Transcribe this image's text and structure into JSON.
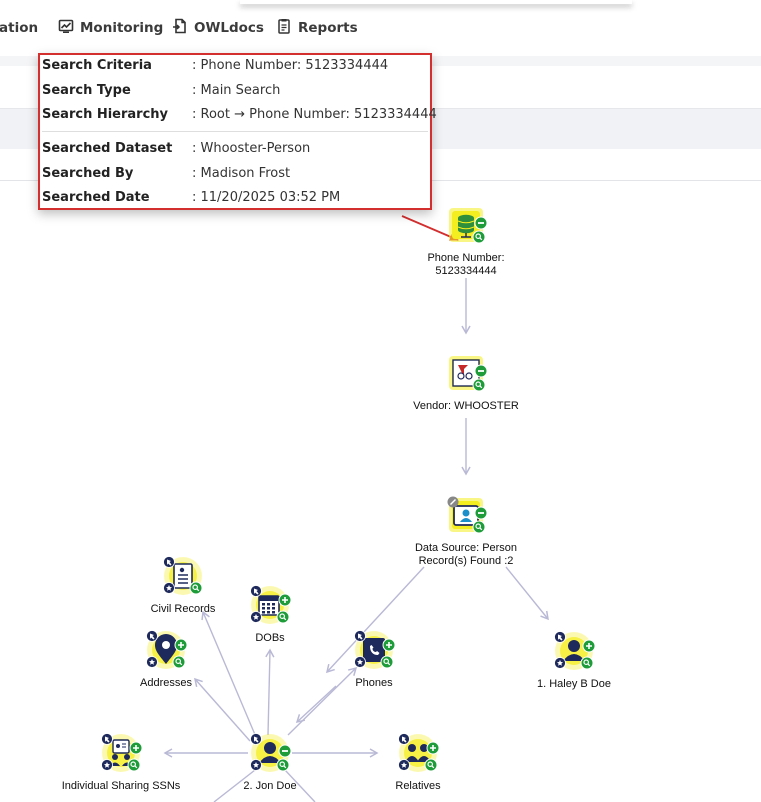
{
  "nav": {
    "items": [
      {
        "label": "ation",
        "icon": "none"
      },
      {
        "label": "Monitoring",
        "icon": "monitoring-icon"
      },
      {
        "label": "OWLdocs",
        "icon": "document-icon"
      },
      {
        "label": "Reports",
        "icon": "reports-icon"
      }
    ]
  },
  "tooltip": {
    "rows": [
      {
        "key": "Search Criteria",
        "value": ": Phone Number: 5123334444"
      },
      {
        "key": "Search Type",
        "value": ": Main Search"
      },
      {
        "key": "Search Hierarchy",
        "value": ": Root → Phone Number: 5123334444"
      },
      {
        "key": "Searched Dataset",
        "value": ": Whooster-Person"
      },
      {
        "key": "Searched By",
        "value": ": Madison Frost"
      },
      {
        "key": "Searched Date",
        "value": ": 11/20/2025 03:52 PM"
      }
    ]
  },
  "graph": {
    "nodes": [
      {
        "id": "root",
        "label_lines": [
          "Phone Number:",
          "5123334444"
        ],
        "icon": "database-icon"
      },
      {
        "id": "vendor",
        "label_lines": [
          "Vendor: WHOOSTER"
        ],
        "icon": "vendor-logo-icon"
      },
      {
        "id": "datasource",
        "label_lines": [
          "Data Source: Person",
          "Record(s) Found :2"
        ],
        "icon": "person-card-icon"
      },
      {
        "id": "civil",
        "label_lines": [
          "Civil Records"
        ],
        "icon": "document-list-icon"
      },
      {
        "id": "dobs",
        "label_lines": [
          "DOBs"
        ],
        "icon": "calendar-icon"
      },
      {
        "id": "addresses",
        "label_lines": [
          "Addresses"
        ],
        "icon": "location-pin-icon"
      },
      {
        "id": "phones",
        "label_lines": [
          "Phones"
        ],
        "icon": "phone-icon"
      },
      {
        "id": "haley",
        "label_lines": [
          "1.  Haley B Doe"
        ],
        "icon": "person-icon"
      },
      {
        "id": "ssns",
        "label_lines": [
          "Individual Sharing SSNs"
        ],
        "icon": "ssn-people-icon"
      },
      {
        "id": "jon",
        "label_lines": [
          "2.  Jon Doe"
        ],
        "icon": "person-icon"
      },
      {
        "id": "relatives",
        "label_lines": [
          "Relatives"
        ],
        "icon": "relatives-icon"
      }
    ]
  },
  "colors": {
    "accent_red": "#d32f2f",
    "node_navy": "#1f2a5c",
    "highlight_yellow": "#f4ee20",
    "badge_green": "#1e9c3a",
    "edge": "#b9b9d6"
  }
}
